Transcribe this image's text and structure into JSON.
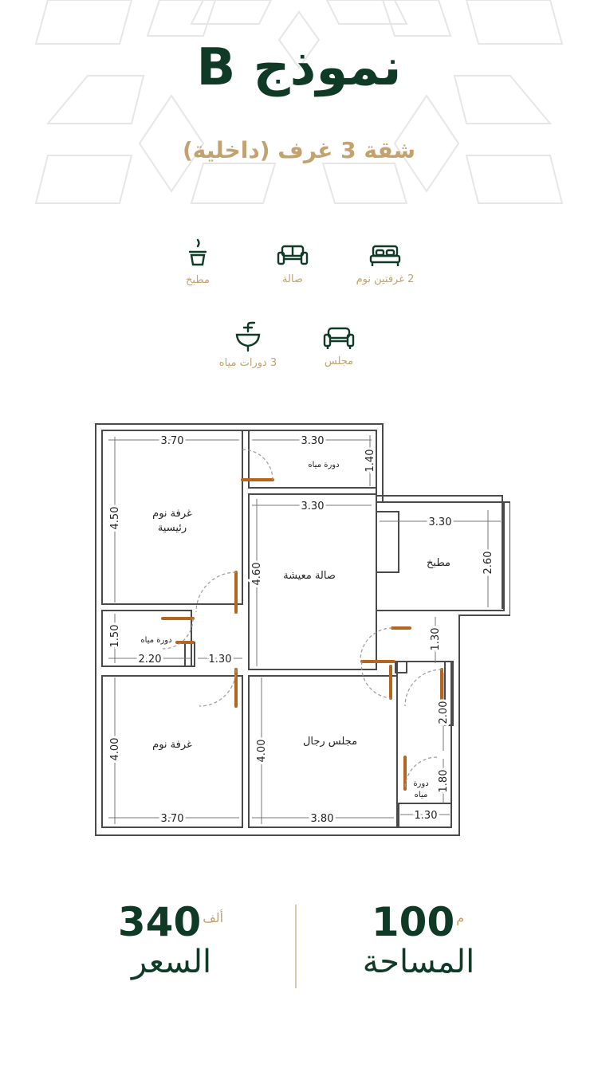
{
  "header": {
    "title": "نموذج B",
    "subtitle": "شقة 3 غرف (داخلية)"
  },
  "features": [
    {
      "label": "مطبخ",
      "icon": "kitchen-pot-icon"
    },
    {
      "label": "صالة",
      "icon": "sofa-icon"
    },
    {
      "label": "2 غرفتين نوم",
      "icon": "bed-icon"
    },
    {
      "label": "3 دورات مياه",
      "icon": "sink-icon"
    },
    {
      "label": "مجلس",
      "icon": "armchair-icon"
    }
  ],
  "floor_plan": {
    "rooms": {
      "master_bedroom_line1": "غرفة نوم",
      "master_bedroom_line2": "رئيسية",
      "living_hall": "صالة معيشة",
      "kitchen": "مطبخ",
      "bedroom": "غرفة نوم",
      "men_majlis": "مجلس رجال",
      "bath_top": "دورة مياه",
      "bath_left": "دورة مياه",
      "bath_right_line1": "دورة",
      "bath_right_line2": "مياه"
    },
    "dimensions": {
      "master_w": "3.70",
      "master_h": "4.50",
      "bath_top_w": "3.30",
      "bath_top_h": "1.40",
      "living_w": "3.30",
      "living_h": "4.60",
      "kitchen_w": "3.30",
      "kitchen_h": "2.60",
      "bath_left_h": "1.50",
      "bath_left_w": "2.20",
      "corridor_w": "1.30",
      "passage_h": "1.30",
      "bedroom_h": "4.00",
      "bedroom_w": "3.70",
      "majlis_h": "4.00",
      "majlis_w": "3.80",
      "hall_right_h": "2.00",
      "bath_right_h": "1.80",
      "bath_right_w": "1.30"
    }
  },
  "stats": {
    "price_value": "340",
    "price_unit": "ألف",
    "price_label": "السعر",
    "area_value": "100",
    "area_unit": "م",
    "area_label": "المساحة"
  },
  "colors": {
    "primary": "#0f3a26",
    "accent": "#c2a26e",
    "door": "#b5651d"
  }
}
